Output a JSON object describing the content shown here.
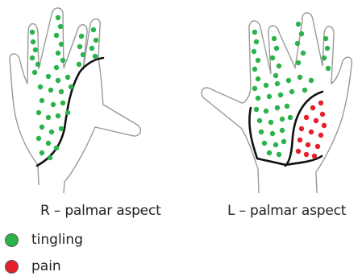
{
  "captions": {
    "right_hand": "R – palmar aspect",
    "left_hand": "L – palmar aspect"
  },
  "legend": [
    {
      "label": "tingling",
      "color": "#2bb24c"
    },
    {
      "label": "pain",
      "color": "#e4202a"
    }
  ],
  "colors": {
    "outline": "#9a9a9a",
    "boundary": "#111111"
  }
}
